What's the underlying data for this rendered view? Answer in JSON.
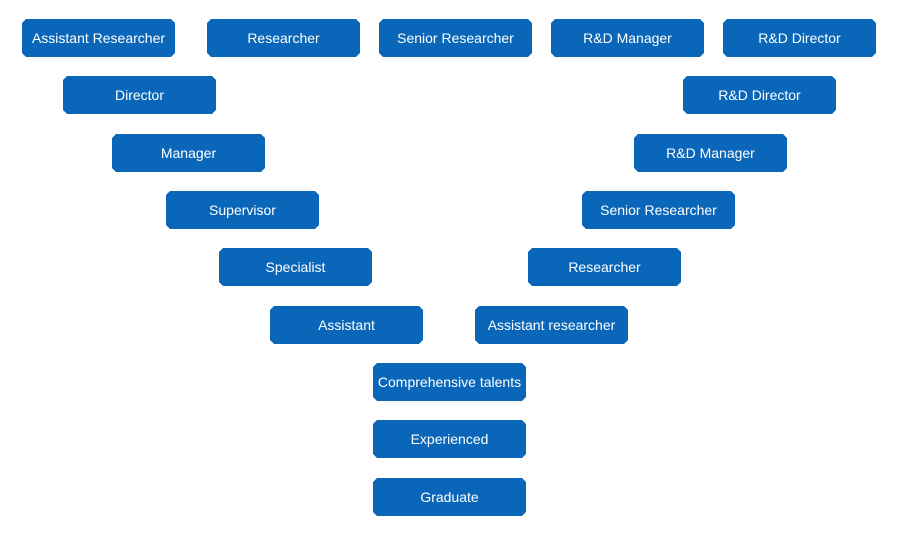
{
  "top_row": [
    "Assistant Researcher",
    "Researcher",
    "Senior Researcher",
    "R&D Manager",
    "R&D Director"
  ],
  "left_branch": [
    "Director",
    "Manager",
    "Supervisor",
    "Specialist",
    "Assistant"
  ],
  "right_branch": [
    "R&D Director",
    "R&D Manager",
    "Senior Researcher",
    "Researcher",
    "Assistant researcher"
  ],
  "trunk": [
    "Comprehensive talents",
    "Experienced",
    "Graduate"
  ],
  "colors": {
    "node_fill": "#0a66b8",
    "node_text": "#ffffff",
    "background": "#ffffff"
  }
}
